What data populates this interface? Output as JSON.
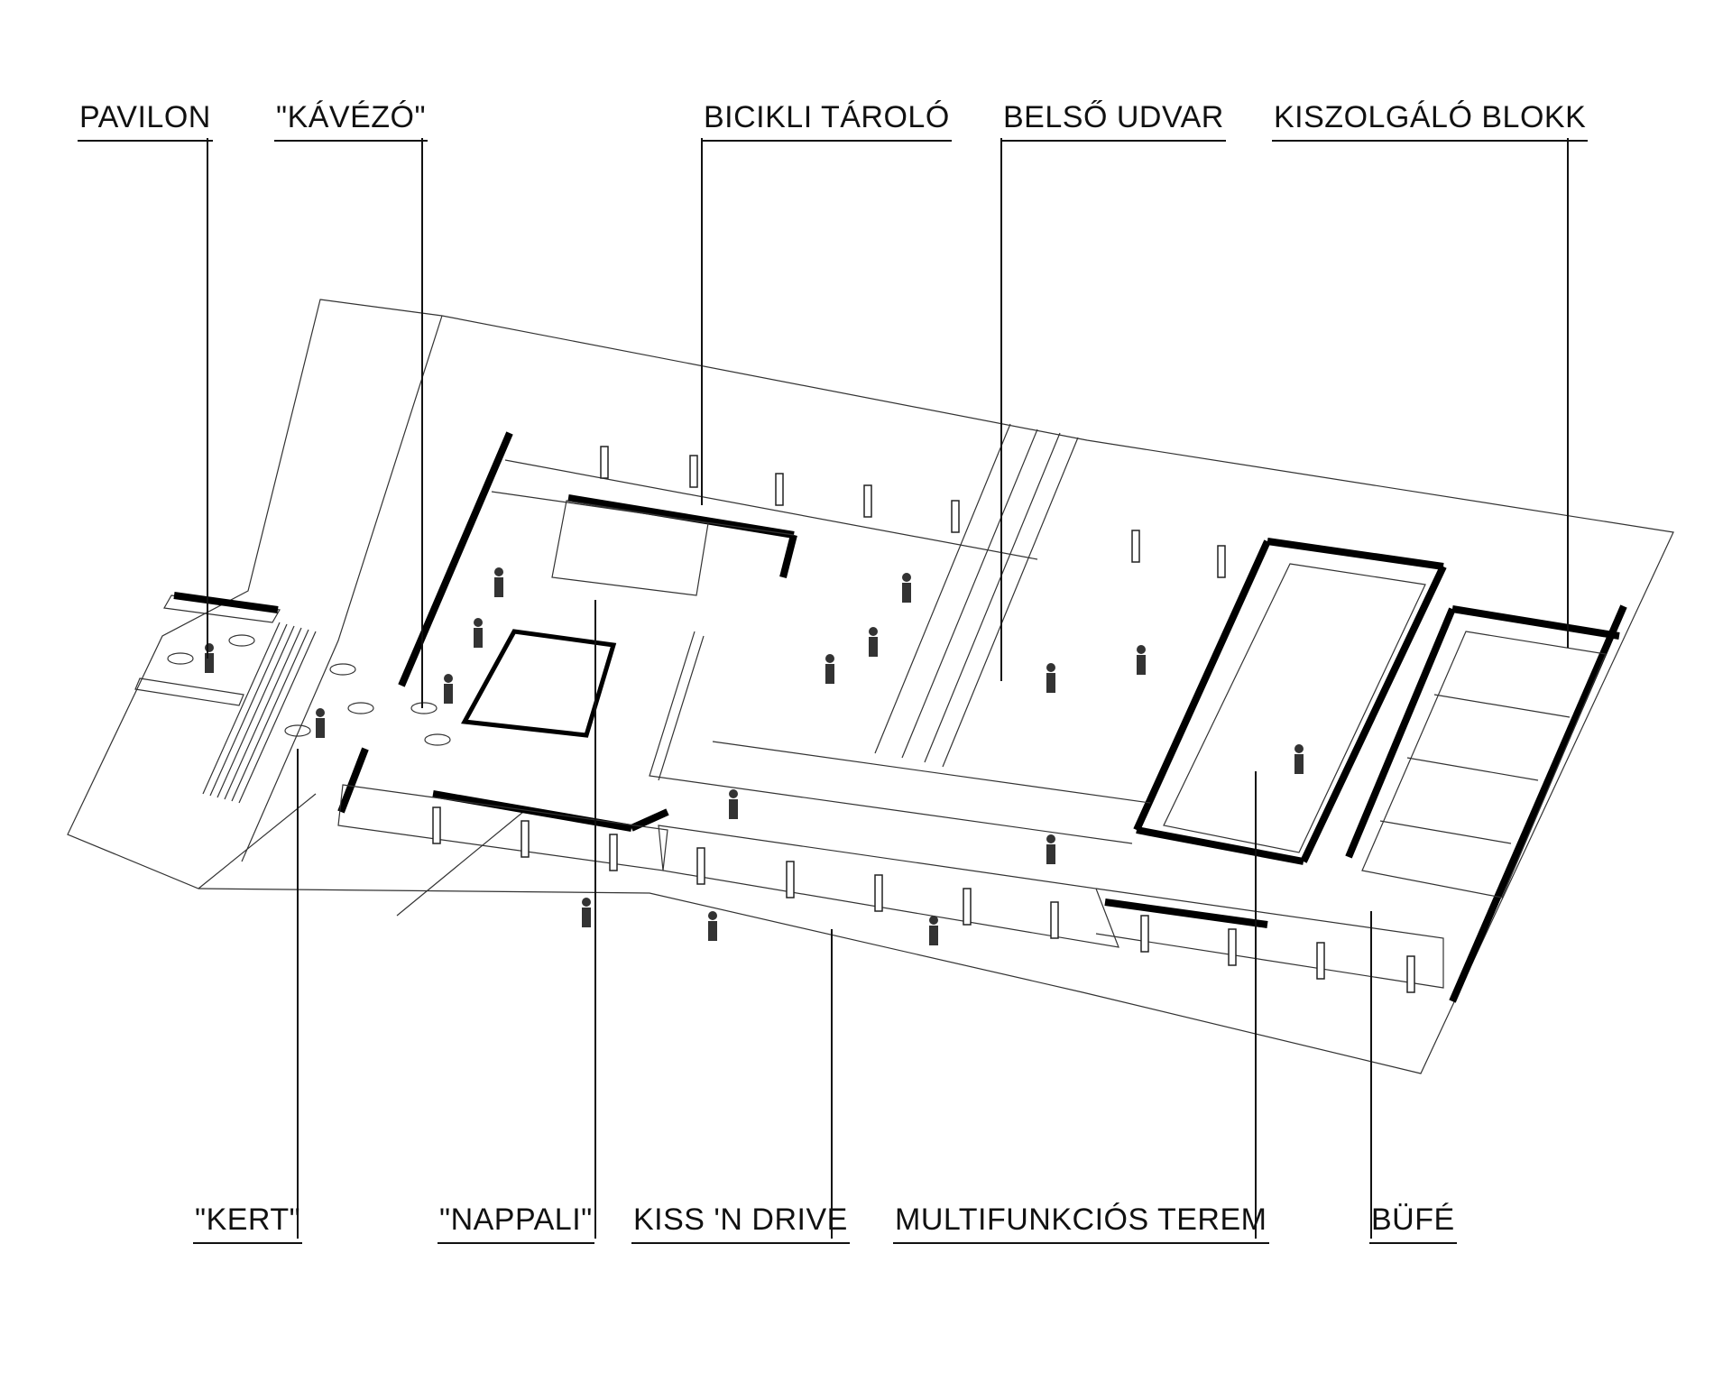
{
  "labels": {
    "top": {
      "pavilon": "PAVILON",
      "kavezo": "\"KÁVÉZÓ\"",
      "bicikli": "BICIKLI TÁROLÓ",
      "belso": "BELSŐ UDVAR",
      "kiszolgalo": "KISZOLGÁLÓ BLOKK"
    },
    "bottom": {
      "kert": "\"KERT\"",
      "nappali": "\"NAPPALI\"",
      "kiss": "KISS 'N DRIVE",
      "multi": "MULTIFUNKCIÓS TEREM",
      "bufe": "BÜFÉ"
    }
  },
  "colors": {
    "line": "#222222",
    "wall": "#000000",
    "bg": "#ffffff"
  }
}
